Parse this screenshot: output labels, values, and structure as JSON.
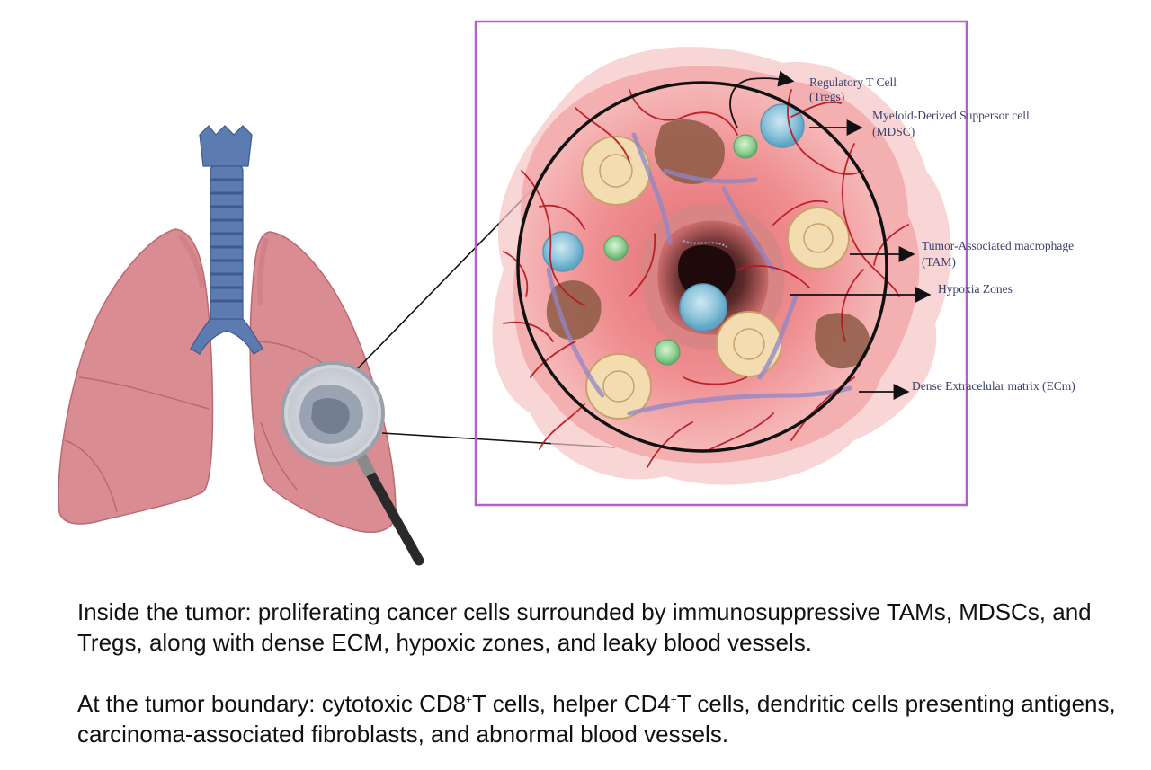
{
  "labels": {
    "tregs_line1": "Regulatory T Cell",
    "tregs_line2": "(Tregs)",
    "mdsc_line1": "Myeloid-Derived Suppersor cell",
    "mdsc_line2": "(MDSC)",
    "tam_line1": "Tumor-Associated macrophage",
    "tam_line2": "(TAM)",
    "hypoxia": "Hypoxia Zones",
    "ecm": "Dense Extracelular matrix (ECm)"
  },
  "caption": {
    "inside": "Inside the tumor: proliferating cancer cells surrounded by immunosuppressive TAMs, MDSCs, and Tregs, along with dense ECM, hypoxic zones, and leaky blood vessels.",
    "boundary_a": "At the tumor boundary: cytotoxic CD8",
    "boundary_sup_a": "+",
    "boundary_b": "T cells, helper CD4",
    "boundary_sup_b": "+",
    "boundary_c": "T cells, dendritic cells presenting antigens, carcinoma-associated fibroblasts, and abnormal blood vessels."
  },
  "colors": {
    "lung": "#d88a90",
    "trachea": "#5c7bb0",
    "frame": "#b45fc8",
    "tumor_core": "#3a1c1c",
    "vessel": "#b8141c",
    "text": "#111111"
  }
}
